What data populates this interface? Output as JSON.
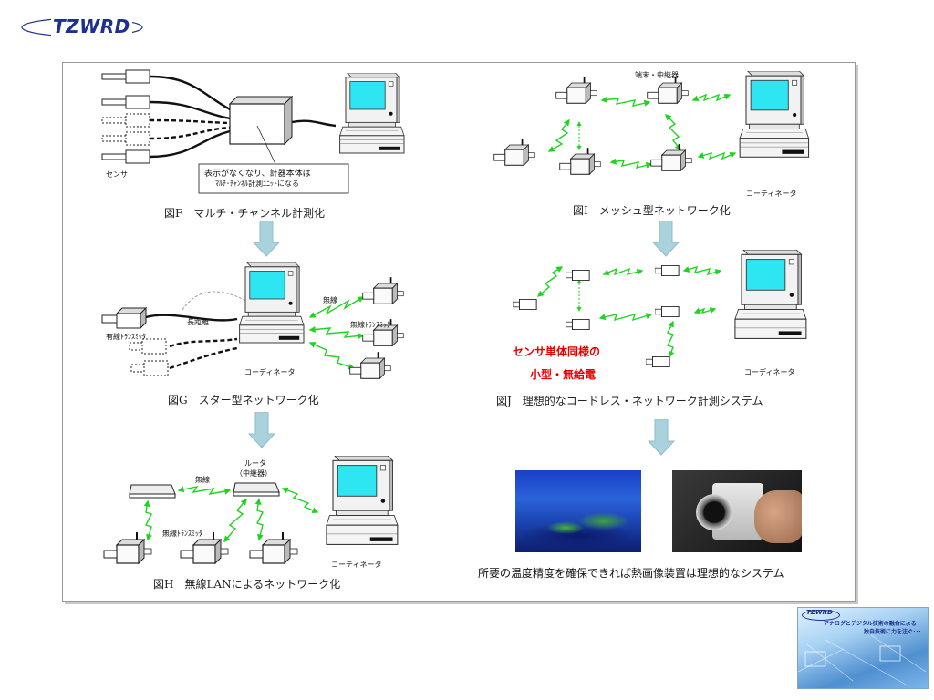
{
  "logo": {
    "text": "TZWRD"
  },
  "fig_f": {
    "caption": "図F　マルチ・チャンネル計測化",
    "sensor_label": "センサ",
    "note_line1": "表示がなくなり、計器本体は",
    "note_line2": "ﾏﾙﾁ･ﾁｬﾝﾈﾙ計測ﾕﾆｯﾄになる"
  },
  "fig_g": {
    "caption": "図G　スター型ネットワーク化",
    "long_distance": "長距離",
    "wired_transmitter": "有線ﾄﾗﾝｽﾐｯﾀ",
    "wireless": "無線",
    "wireless_transmitter": "無線ﾄﾗﾝｽﾐｯﾀ",
    "coordinator": "コーディネータ"
  },
  "fig_h": {
    "caption": "図H　無線LANによるネットワーク化",
    "router_line1": "ルータ",
    "router_line2": "（中継器）",
    "wireless": "無線",
    "wireless_transmitter": "無線ﾄﾗﾝｽﾐｯﾀ",
    "coordinator": "コーディネータ"
  },
  "fig_i": {
    "caption": "図I　メッシュ型ネットワーク化",
    "terminal_relay": "端末・中継器",
    "coordinator": "コーディネータ"
  },
  "fig_j": {
    "caption": "図J　理想的なコードレス・ネットワーク計測システム",
    "highlight_line1": "センサ単体同様の",
    "highlight_line2": "小型・無給電",
    "coordinator": "コーディネータ"
  },
  "thermal": {
    "caption": "所要の温度精度を確保できれば熱画像装置は理想的なシステム"
  },
  "thumbnail": {
    "logo": "TZWRD",
    "line1": "アナログとデジタル技術の融合による",
    "line2": "独自技術に力を注ぐ･･･"
  },
  "colors": {
    "screen": "#2ee6f2",
    "wave": "#1fd41f",
    "arrow": "#a9d2dc",
    "highlight": "#e60000",
    "logo": "#1d2f8f"
  }
}
